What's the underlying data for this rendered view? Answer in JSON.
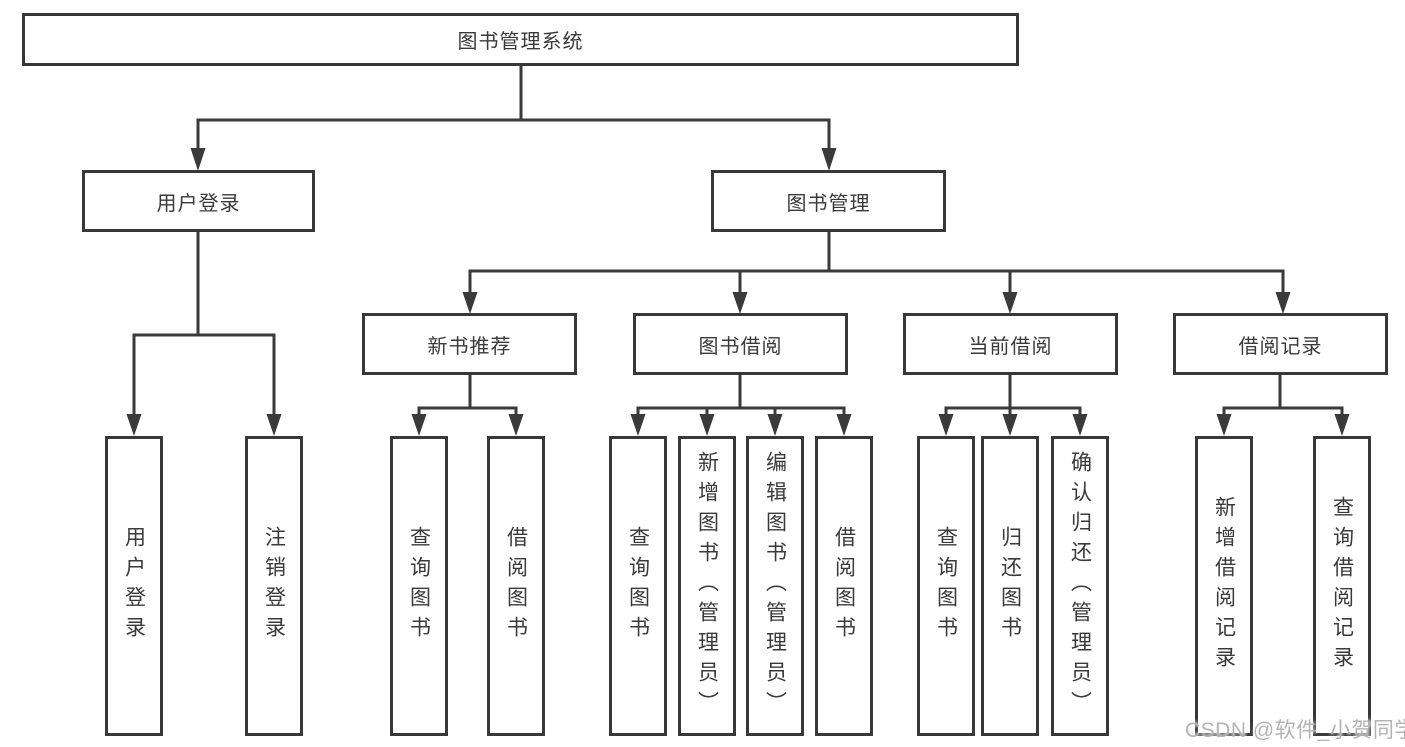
{
  "nodes": {
    "root": {
      "label": "图书管理系统"
    },
    "level2": [
      {
        "label": "用户登录",
        "parent": "图书管理系统"
      },
      {
        "label": "图书管理",
        "parent": "图书管理系统"
      }
    ],
    "level3": [
      {
        "label": "新书推荐",
        "parent": "图书管理"
      },
      {
        "label": "图书借阅",
        "parent": "图书管理"
      },
      {
        "label": "当前借阅",
        "parent": "图书管理"
      },
      {
        "label": "借阅记录",
        "parent": "图书管理"
      }
    ],
    "leaves": [
      {
        "label": "用户登录",
        "parent": "用户登录"
      },
      {
        "label": "注销登录",
        "parent": "用户登录"
      },
      {
        "label": "查询图书",
        "parent": "新书推荐"
      },
      {
        "label": "借阅图书",
        "parent": "新书推荐"
      },
      {
        "label": "查询图书",
        "parent": "图书借阅"
      },
      {
        "label": "新增图书（管理员）",
        "parent": "图书借阅"
      },
      {
        "label": "编辑图书（管理员）",
        "parent": "图书借阅"
      },
      {
        "label": "借阅图书",
        "parent": "图书借阅"
      },
      {
        "label": "查询图书",
        "parent": "当前借阅"
      },
      {
        "label": "归还图书",
        "parent": "当前借阅"
      },
      {
        "label": "确认归还（管理员）",
        "parent": "当前借阅"
      },
      {
        "label": "新增借阅记录",
        "parent": "借阅记录"
      },
      {
        "label": "查询借阅记录",
        "parent": "借阅记录"
      }
    ]
  },
  "colors": {
    "line": "#3a3a3a",
    "box_border": "#383838",
    "text": "#3a3a3a",
    "background": "#ffffff",
    "watermark": "#aeaeae"
  },
  "watermark": "CSDN @软件_小贺同学"
}
